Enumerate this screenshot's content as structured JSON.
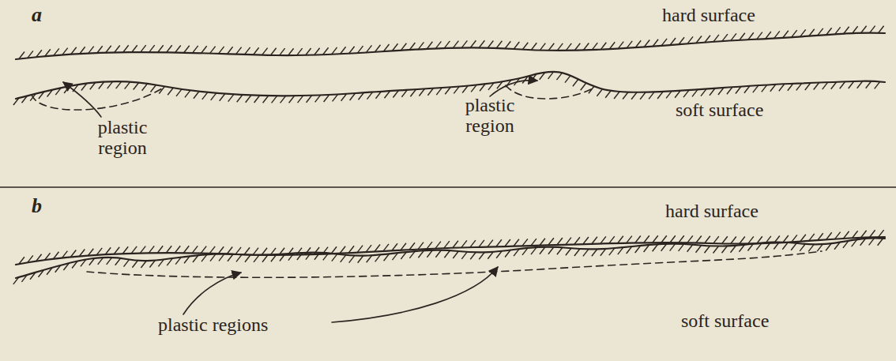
{
  "diagram": {
    "labels": [
      "a",
      "hard surface",
      "plastic region",
      "plastic region",
      "soft surface",
      "b",
      "hard surface",
      "soft surface",
      "plastic regions"
    ]
  }
}
